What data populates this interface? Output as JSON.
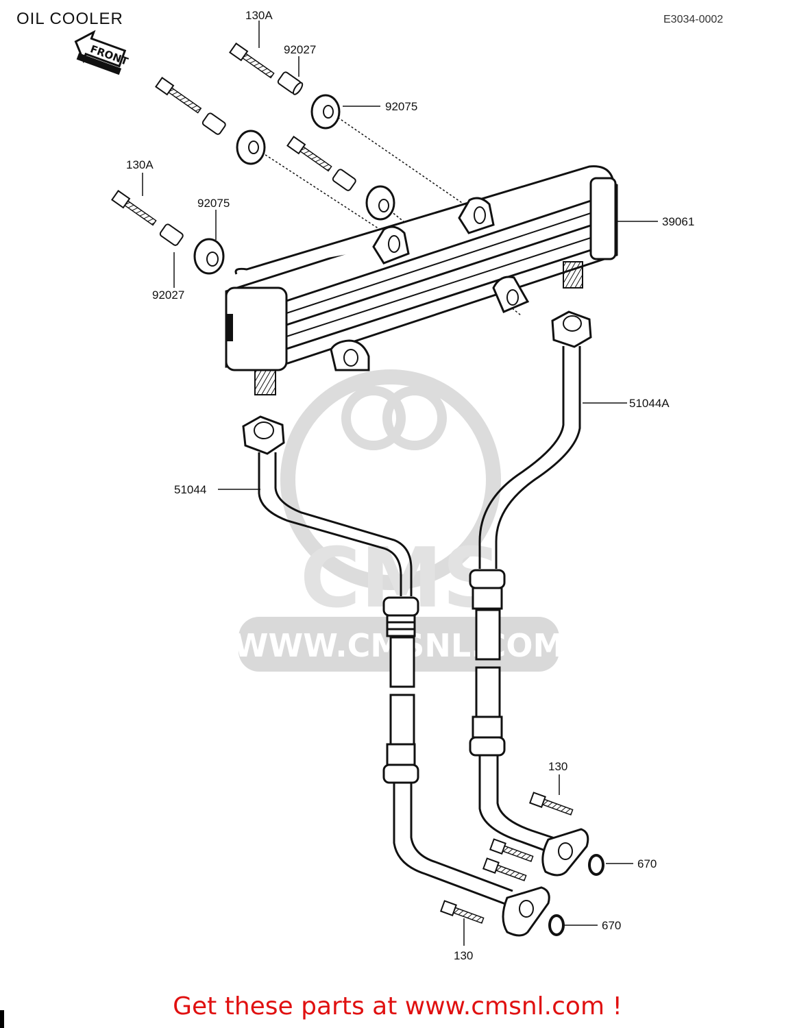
{
  "header": {
    "title": "OIL COOLER",
    "diagram_code": "E3034-0002",
    "front_arrow": "FRONT"
  },
  "watermark": {
    "text": "WWW.CMSNL.COM",
    "logo_text": "CMS",
    "color": "#d9d9d9"
  },
  "parts": [
    {
      "id": "callout-130a-top",
      "label": "130A"
    },
    {
      "id": "callout-92027-top",
      "label": "92027"
    },
    {
      "id": "callout-92075-top",
      "label": "92075"
    },
    {
      "id": "callout-130a-left",
      "label": "130A"
    },
    {
      "id": "callout-92075-left",
      "label": "92075"
    },
    {
      "id": "callout-92027-left",
      "label": "92027"
    },
    {
      "id": "callout-39061",
      "label": "39061"
    },
    {
      "id": "callout-51044a",
      "label": "51044A"
    },
    {
      "id": "callout-51044",
      "label": "51044"
    },
    {
      "id": "callout-130-right",
      "label": "130"
    },
    {
      "id": "callout-670-upper",
      "label": "670"
    },
    {
      "id": "callout-670-lower",
      "label": "670"
    },
    {
      "id": "callout-130-bottom",
      "label": "130"
    }
  ],
  "footer": {
    "cta": "Get these parts at www.cmsnl.com !",
    "cta_color": "#e01010"
  }
}
